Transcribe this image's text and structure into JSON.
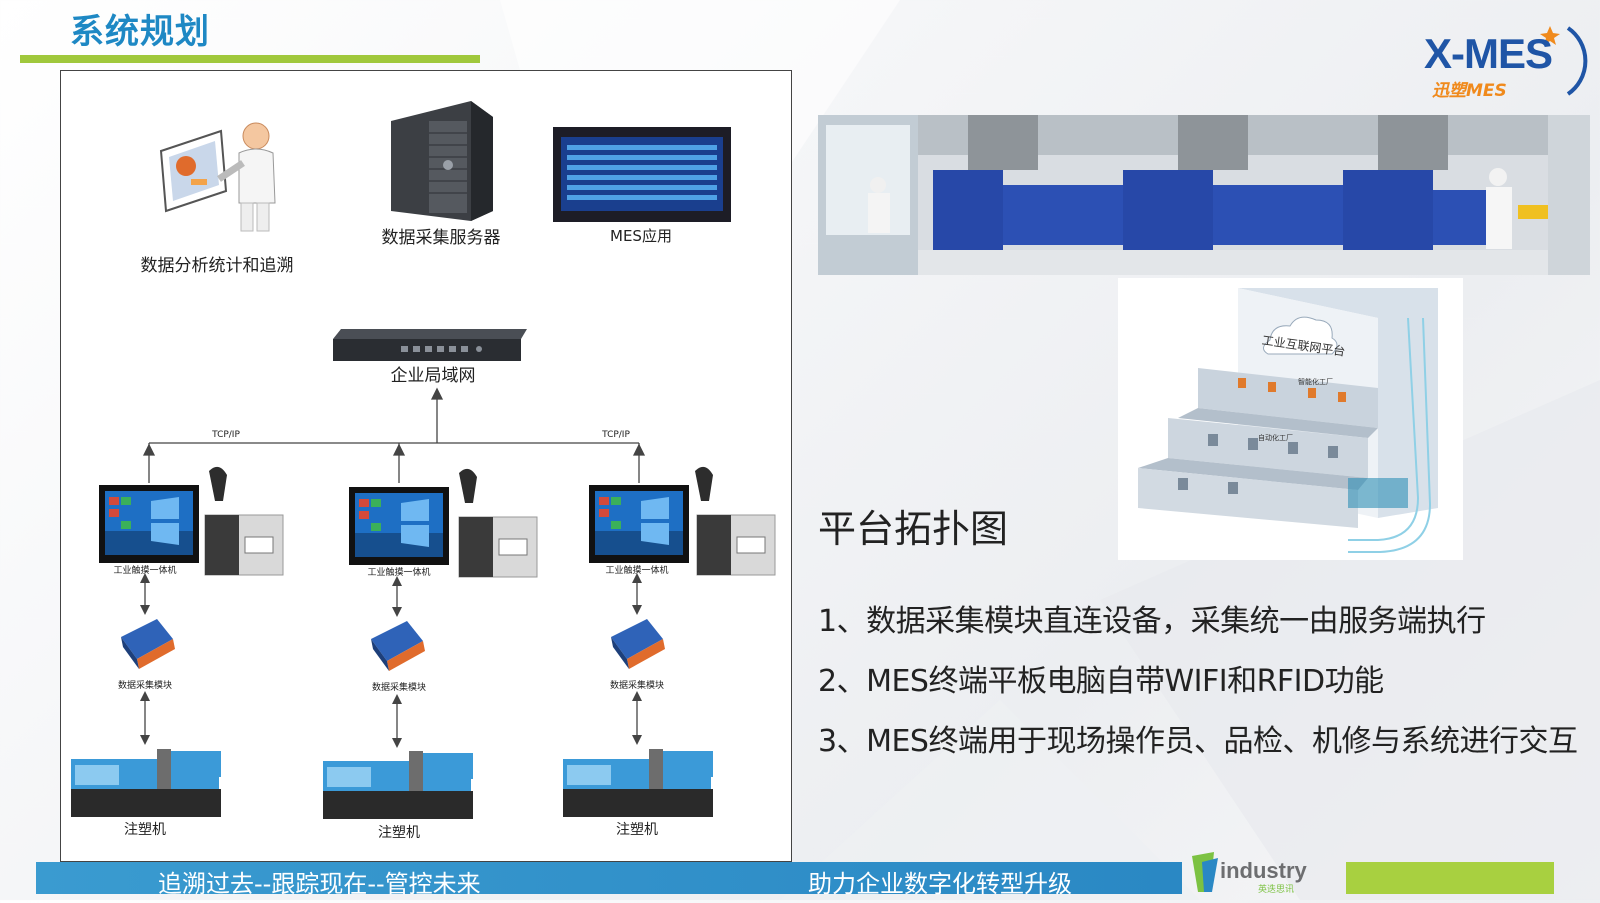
{
  "header": {
    "title": "系统规划"
  },
  "logo": {
    "main": "X-MES",
    "sub": "迅塑MES"
  },
  "diagram": {
    "top_nodes": [
      {
        "label": "数据分析统计和追溯",
        "icon": "analyst-icon"
      },
      {
        "label": "数据采集服务器",
        "icon": "server-icon"
      },
      {
        "label": "MES应用",
        "icon": "dashboard-screen-icon"
      }
    ],
    "switch_label": "企业局域网",
    "link_labels": [
      "TCP/IP",
      "TCP/IP"
    ],
    "stations": [
      {
        "terminal": "工业触摸一体机",
        "module": "数据采集模块",
        "machine": "注塑机"
      },
      {
        "terminal": "工业触摸一体机",
        "module": "数据采集模块",
        "machine": "注塑机"
      },
      {
        "terminal": "工业触摸一体机",
        "module": "数据采集模块",
        "machine": "注塑机"
      }
    ]
  },
  "platform_image": {
    "label": "工业互联网平台",
    "floor1": "智能化工厂",
    "floor2": "自动化工厂"
  },
  "topology": {
    "title": "平台拓扑图",
    "points": [
      "1、数据采集模块直连设备，采集统一由服务端执行",
      "2、MES终端平板电脑自带WIFI和RFID功能",
      "3、MES终端用于现场操作员、品检、机修与系统进行交互"
    ]
  },
  "footer": {
    "left": "追溯过去--跟踪现在--管控未来",
    "right": "助力企业数字化转型升级",
    "logo_text": "industry",
    "logo_sub": "英迭思讯"
  },
  "colors": {
    "accent_blue": "#1e88c4",
    "accent_green": "#a0c83c",
    "footer_blue": "#2a88c4",
    "logo_blue": "#1f55a6",
    "logo_orange": "#f08a1c"
  }
}
